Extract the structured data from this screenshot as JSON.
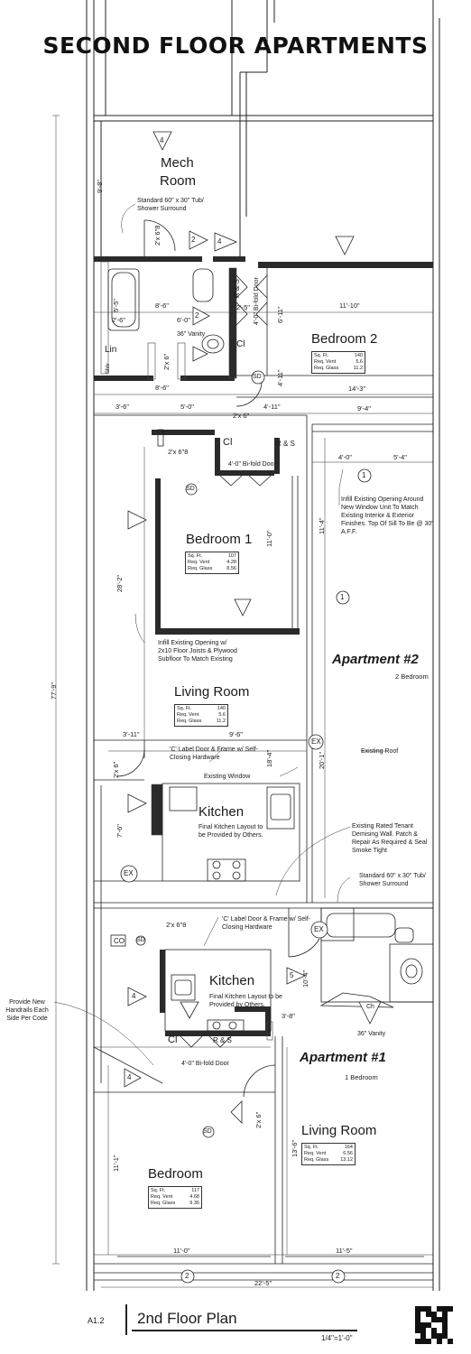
{
  "title": "SECOND FLOOR APARTMENTS",
  "rooms": {
    "mech": [
      "Mech",
      "Room"
    ],
    "bedroom2": "Bedroom 2",
    "bedroom1": "Bedroom 1",
    "living_upper": "Living Room",
    "kitchen_upper": "Kitchen",
    "kitchen_lower": "Kitchen",
    "bedroom_lower": "Bedroom",
    "living_lower": "Living Room",
    "lin": "Lin",
    "cl": "Cl"
  },
  "room_tables": {
    "bedroom2": {
      "sq_ft": "140",
      "req_vent": "5.6",
      "req_glass": "11.2"
    },
    "bedroom1": {
      "sq_ft": "107",
      "req_vent": "4.28",
      "req_glass": "8.56"
    },
    "living_upper": {
      "sq_ft": "140",
      "req_vent": "5.6",
      "req_glass": "11.2"
    },
    "living_lower": {
      "sq_ft": "164",
      "req_vent": "6.56",
      "req_glass": "13.12"
    },
    "bedroom_lower": {
      "sq_ft": "117",
      "req_vent": "4.68",
      "req_glass": "9.36"
    },
    "labels": {
      "sq_ft": "Sq. Ft.",
      "req_vent": "Req. Vent",
      "req_glass": "Req. Glass"
    }
  },
  "apartments": [
    {
      "name": "Apartment #2",
      "type": "2 Bedroom"
    },
    {
      "name": "Apartment #1",
      "type": "1 Bedroom"
    }
  ],
  "notes": {
    "tub_upper": "Standard 60\" x 30\" Tub/ Shower Surround",
    "infill_window": "Infill Existing Opening Around New Window Unit To Match Existing Interior & Exterior Finishes. Top Of Sill To Be @ 30\" A.F.F.",
    "infill_floor": "Infill Existing Opening w/ 2x10 Floor Joists & Plywood Subfloor To Match Existing",
    "existing_roof": "Existing Roof",
    "c_label_upper": "'C' Label Door & Frame w/ Self-Closing Hardware",
    "existing_window": "Existing Window",
    "kitchen_upper_note": "Final Kitchen Layout to be Provided by Others.",
    "demising_wall": "Existing Rated Tenant Demising Wall. Patch & Repair As Required & Seal Smoke Tight",
    "tub_lower": "Standard 60\" x 30\" Tub/ Shower Surround",
    "c_label_lower": "'C' Label Door & Frame w/ Self-Closing Hardware",
    "kitchen_lower_note": "Final Kitchen Layout to be Provided by Others.",
    "handrails": "Provide New Handrails Each Side Per Code",
    "vanity_upper": "36\" Vanity",
    "vanity_lower": "36\" Vanity",
    "bifold_upper": "4'-0\" Bi-fold Door",
    "bifold_middle": "4'-0\" Bi-fold Door",
    "bifold_lower": "4'-0\" Bi-fold Door",
    "bifold_vertical": "4'-0\" Bi-fold Door"
  },
  "dimensions": {
    "overall_height": "77'-9\"",
    "mech_h": "9'-8\"",
    "bath_h": "5'-5\"",
    "bath_w1": "2'-6\"",
    "bath_w2": "8'-6\"",
    "bath_w3": "6'-0\"",
    "bath_w4": "8'-6\"",
    "bed2_w": "11'-10\"",
    "bed2_w2": "14'-3\"",
    "bed2_h": "6'-11\"",
    "bed2_h2": "4'-11\"",
    "d_2_5": "2'-5\"",
    "d_3_6": "3'-6\"",
    "d_5_0": "5'-0\"",
    "d_4_11": "4'-11\"",
    "d_9_4": "9'-4\"",
    "d_4_0": "4'-0\"",
    "d_5_4": "5'-4\"",
    "d_11_4": "11'-4\"",
    "d_11_0": "11'-0\"",
    "d_28_2": "28'-2\"",
    "d_3_11": "3'-11\"",
    "d_9_6": "9'-6\"",
    "d_18_4": "18'-4\"",
    "d_20_1": "20'-1\"",
    "d_7_6": "7'-6\"",
    "d_10_4": "10'-4\"",
    "d_3_8": "3'-8\"",
    "d_13_6": "13'-6\"",
    "d_11_1": "11'-1\"",
    "d_11_0b": "11'-0\"",
    "d_11_5": "11'-5\"",
    "d_22_5": "22'-5\"",
    "door_2x6": "2'x 6\"",
    "door_2x6_8": "2'x 6\"8"
  },
  "tags": {
    "rs": "R & S",
    "ex": "EX",
    "co": "CO",
    "sd": "SD",
    "ch": "Ch",
    "d4": "4",
    "d2": "2",
    "d5": "5",
    "w1": "1",
    "w2": "2",
    "shlv": "Shlv"
  },
  "sheet": {
    "number": "A1.2",
    "title": "2nd Floor Plan",
    "scale": "1/4\"=1'-0\""
  }
}
